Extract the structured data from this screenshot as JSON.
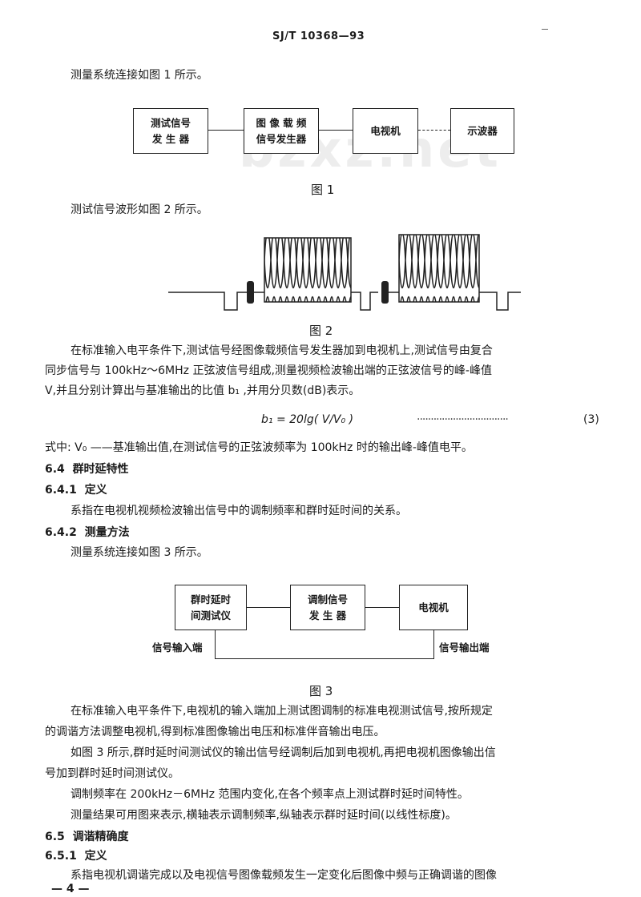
{
  "header": {
    "code": "SJ/T 10368—93"
  },
  "watermark": "bzxz.net",
  "intro1": "测量系统连接如图 1 所示。",
  "fig1": {
    "boxes": [
      "测试信号\n发 生 器",
      "图 像 载 频\n信号发生器",
      "电视机",
      "示波器"
    ],
    "caption": "图 1"
  },
  "intro2": "测试信号波形如图 2 所示。",
  "fig2": {
    "caption": "图 2"
  },
  "para1": [
    "在标准输入电平条件下,测试信号经图像载频信号发生器加到电视机上,测试信号由复合",
    "同步信号与 100kHz～6MHz 正弦波信号组成,测量视频检波输出端的正弦波信号的峰-峰值",
    "V,并且分别计算出与基准输出的比值 b₁ ,并用分贝数(dB)表示。"
  ],
  "formula": {
    "expr": "b₁ = 20lg( V/V₀ )",
    "dots": "·································",
    "num": "(3)"
  },
  "where": "式中: V₀ ——基准输出值,在测试信号的正弦波频率为 100kHz 时的输出峰-峰值电平。",
  "s64": {
    "num": "6.4",
    "title": "群时延特性"
  },
  "s641": {
    "num": "6.4.1",
    "title": "定义"
  },
  "s641_text": "系指在电视机视频检波输出信号中的调制频率和群时延时间的关系。",
  "s642": {
    "num": "6.4.2",
    "title": "测量方法"
  },
  "intro3": "测量系统连接如图 3 所示。",
  "fig3": {
    "boxes": [
      "群时延时\n间测试仪",
      "调制信号\n发 生 器",
      "电视机"
    ],
    "label_in": "信号输入端",
    "label_out": "信号输出端",
    "caption": "图 3"
  },
  "para2": [
    "在标准输入电平条件下,电视机的输入端加上测试图调制的标准电视测试信号,按所规定",
    "的调谐方法调整电视机,得到标准图像输出电压和标准伴音输出电压。"
  ],
  "para3": [
    "如图 3 所示,群时延时间测试仪的输出信号经调制后加到电视机,再把电视机图像输出信",
    "号加到群时延时间测试仪。"
  ],
  "para4": "调制频率在 200kHz－6MHz 范围内变化,在各个频率点上测试群时延时间特性。",
  "para5": "测量结果可用图来表示,横轴表示调制频率,纵轴表示群时延时间(以线性标度)。",
  "s65": {
    "num": "6.5",
    "title": "调谐精确度"
  },
  "s651": {
    "num": "6.5.1",
    "title": "定义"
  },
  "s651_text": "系指电视机调谐完成以及电视信号图像载频发生一定变化后图像中频与正确调谐的图像",
  "page_num": "— 4 —"
}
